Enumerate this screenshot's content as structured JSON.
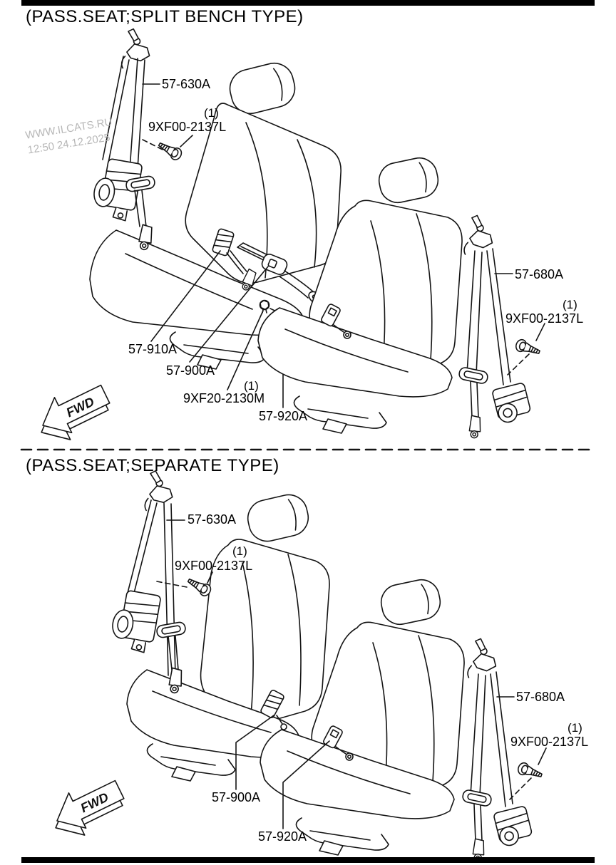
{
  "watermark": {
    "line1": "WWW.ILCATS.RU",
    "line2": "12:50 24.12.2025"
  },
  "fwd_label": "FWD",
  "sections": [
    {
      "title": "(PASS.SEAT;SPLIT BENCH TYPE)",
      "labels": {
        "belt_lh": "57-630A",
        "belt_lh_bolt_qty": "(1)",
        "belt_lh_bolt": "9XF00-2137L",
        "buckle_inner": "57-910A",
        "buckle_center": "57-900A",
        "center_nut_qty": "(1)",
        "center_nut": "9XF20-2130M",
        "latch_rh": "57-920A",
        "belt_rh": "57-680A",
        "belt_rh_bolt_qty": "(1)",
        "belt_rh_bolt": "9XF00-2137L"
      }
    },
    {
      "title": "(PASS.SEAT;SEPARATE TYPE)",
      "labels": {
        "belt_lh": "57-630A",
        "belt_lh_bolt_qty": "(1)",
        "belt_lh_bolt": "9XF00-2137L",
        "buckle_center": "57-900A",
        "latch_rh": "57-920A",
        "belt_rh": "57-680A",
        "belt_rh_bolt_qty": "(1)",
        "belt_rh_bolt": "9XF00-2137L"
      }
    }
  ]
}
